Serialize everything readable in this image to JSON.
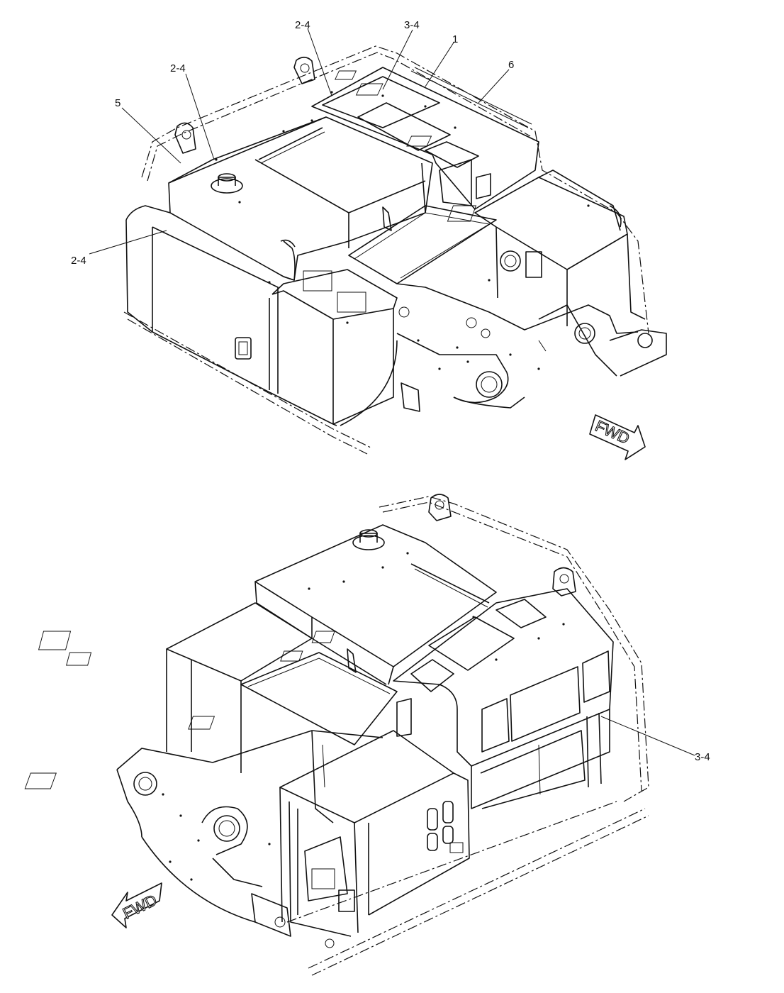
{
  "callouts_top": [
    {
      "id": "c-2-4-a",
      "text": "2-4"
    },
    {
      "id": "c-3-4-a",
      "text": "3-4"
    },
    {
      "id": "c-1",
      "text": "1"
    },
    {
      "id": "c-6",
      "text": "6"
    },
    {
      "id": "c-2-4-b",
      "text": "2-4"
    },
    {
      "id": "c-5",
      "text": "5"
    },
    {
      "id": "c-2-4-c",
      "text": "2-4"
    }
  ],
  "callouts_bottom": [
    {
      "id": "c-3-4-b",
      "text": "3-4"
    }
  ],
  "direction_labels": {
    "top": "FWD",
    "bottom": "FWD"
  },
  "colors": {
    "line": "#111111",
    "background": "#ffffff"
  }
}
